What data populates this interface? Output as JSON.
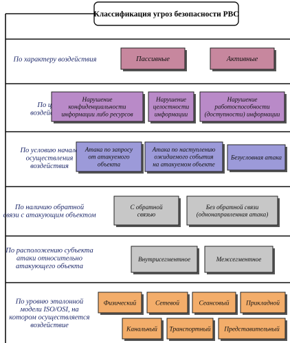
{
  "title": "Классификация угроз безопасности РВС",
  "colors": {
    "passive_active": "#c7879e",
    "goal": "#b98ac8",
    "condition": "#9c9ad9",
    "feedback_and_location": "#c7c7c7",
    "osi": "#f3ad6a",
    "category_text": "#1f2a6b"
  },
  "rows": [
    {
      "category": [
        "По характеру воздействия"
      ],
      "boxes": [
        {
          "lines": [
            "Пассивные"
          ]
        },
        {
          "lines": [
            "Активные"
          ]
        }
      ]
    },
    {
      "category": [
        "По цели",
        "воздействия"
      ],
      "boxes": [
        {
          "lines": [
            "Нарушение",
            "конфиденциальности",
            "информации либо ресурсов"
          ]
        },
        {
          "lines": [
            "Нарушение",
            "целостности",
            "информации"
          ]
        },
        {
          "lines": [
            "Нарушение",
            "работоспособности",
            "(доступности) информации"
          ]
        }
      ]
    },
    {
      "category": [
        "По условию начала",
        "осуществления",
        "воздействия"
      ],
      "boxes": [
        {
          "lines": [
            "Атака по запросу",
            "от атакуемого",
            "объекта"
          ]
        },
        {
          "lines": [
            "Атака по наступлению",
            "ожидаемого события",
            "на атакуемом объекте"
          ]
        },
        {
          "lines": [
            "Безусловная атака"
          ]
        }
      ]
    },
    {
      "category": [
        "По наличию обратной",
        "связи с атакующим объектом"
      ],
      "boxes": [
        {
          "lines": [
            "С обратной",
            "связью"
          ]
        },
        {
          "lines": [
            "Без обратной связи",
            "(однонаправленная атака)"
          ]
        }
      ]
    },
    {
      "category": [
        "По расположению субъекта",
        "атаки относительно",
        "атакующего объекта"
      ],
      "boxes": [
        {
          "lines": [
            "Внутрисегментное"
          ]
        },
        {
          "lines": [
            "Межсегментное"
          ]
        }
      ]
    },
    {
      "category": [
        "По уровню эталонной",
        "модели ISO/OSI, на",
        "котором осуществляется",
        "воздействие"
      ],
      "boxes": [
        {
          "lines": [
            "Физический"
          ]
        },
        {
          "lines": [
            "Сетевой"
          ]
        },
        {
          "lines": [
            "Сеансовый"
          ]
        },
        {
          "lines": [
            "Прикладной"
          ]
        },
        {
          "lines": [
            "Канальный"
          ]
        },
        {
          "lines": [
            "Транспортный"
          ]
        },
        {
          "lines": [
            "Представительный"
          ]
        }
      ]
    }
  ]
}
